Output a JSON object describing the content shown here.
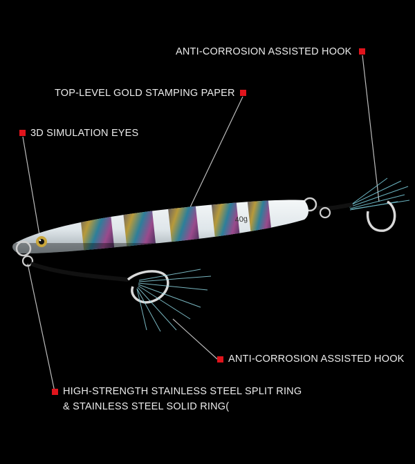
{
  "labels": {
    "top_hook": "ANTI-CORROSION ASSISTED HOOK",
    "gold_paper": "TOP-LEVEL GOLD STAMPING PAPER",
    "eyes": "3D SIMULATION EYES",
    "bottom_hook": "ANTI-CORROSION ASSISTED HOOK",
    "ring_line1": "HIGH-STRENGTH STAINLESS STEEL SPLIT RING",
    "ring_line2": "& STAINLESS STEEL SOLID RING("
  },
  "lure_weight": "40g",
  "colors": {
    "background": "#000000",
    "marker": "#e0141c",
    "text": "#ececec",
    "leader_line": "#bdbdbd"
  },
  "icons": [
    "red-square-marker",
    "fishing-jig-lure",
    "treble-hook-icon",
    "flash-skirt"
  ]
}
